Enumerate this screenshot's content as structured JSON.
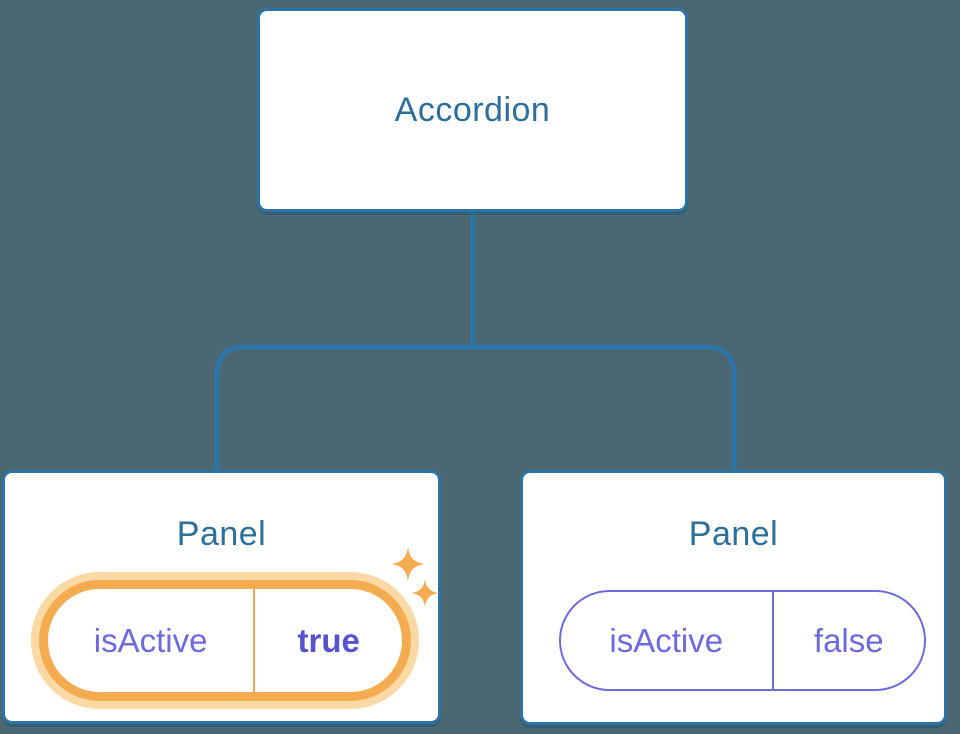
{
  "root_node": {
    "label": "Accordion"
  },
  "panels": [
    {
      "title": "Panel",
      "prop_name": "isActive",
      "prop_value": "true",
      "active": true,
      "highlighted": true
    },
    {
      "title": "Panel",
      "prop_name": "isActive",
      "prop_value": "false",
      "active": false,
      "highlighted": false
    }
  ],
  "icons": {
    "sparkle_large": "sparkle-icon",
    "sparkle_small": "sparkle-icon"
  },
  "colors": {
    "background": "#4B6771",
    "connector_line": "#2E76A9",
    "node_border": "#2D73A4",
    "node_fill": "#FFFFFF",
    "node_title_text": "#2C6F9B",
    "prop_text_purple": "#6D6ADF",
    "prop_value_active_purple": "#5752CE",
    "highlight_orange": "#F5AC50",
    "highlight_glow_orange": "#FAD9A5",
    "inactive_pill_border_purple": "#6F6BDD"
  }
}
